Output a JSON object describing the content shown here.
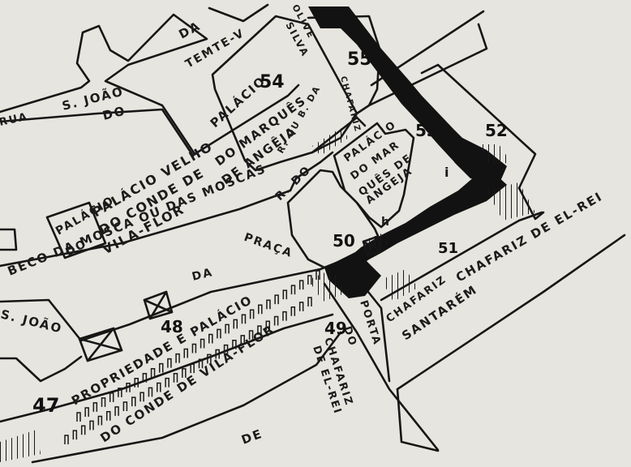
{
  "labels": {
    "da_top": "DA",
    "temte": "TEMTE-V",
    "rua": "RUA",
    "s_joao": "S. JOÃO",
    "do_1": "DO",
    "silva": "SILVA",
    "oliveira": "OLIVE",
    "chafariz_vertical": "CHAFARIZ",
    "palacio_54": "PALÁCIO",
    "do_marques_54": "DO MARQUÊS",
    "de_angeja_54": "DE ANGÊJA",
    "r_ou_b_da": "R. OU B. DA",
    "palacio_velho": "PALÁCIO VELHO",
    "do_conde_de": "DO CONDE DE",
    "vila_flor_1": "VILA-FLOR",
    "palacio_box": "PALÁCIO",
    "do_box": "DO",
    "r_do": "R. DO",
    "palacio_53": "PALÁCIO",
    "do_ma_53": "DO MAR",
    "ques_53": "QUÊS DE",
    "angeja_53": "ANGEJA",
    "beco": "BECO DA MOSCA OU DAS MOSCAS",
    "praca": "PRAÇA",
    "da_praca": "DA",
    "s_joao_left": "S. JOÃO",
    "propriedade": "PROPRIEDADE E PALÁCIO",
    "do_conde_vila_flor": "DO CONDE DE VILA-FLOR",
    "de_bottom": "DE",
    "porta": "PORTA",
    "do_porta": "DO",
    "chafariz_left": "CHAFARIZ",
    "de_el_rei_left": "DE EL-REI",
    "chafariz_de_el_rei": "CHAFARIZ DE EL-REI",
    "santarem": "SANTARÉM",
    "chafariz_santarem": "CHAFARIZ",
    "letter_i": "i",
    "letter_h": "h"
  },
  "numbers": {
    "n47": "47",
    "n48": "48",
    "n49": "49",
    "n50": "50",
    "n51": "51",
    "n52": "52",
    "n53": "53",
    "n54": "54",
    "n55": "55"
  },
  "colors": {
    "paper": "#e7e5df",
    "ink": "#161616"
  }
}
